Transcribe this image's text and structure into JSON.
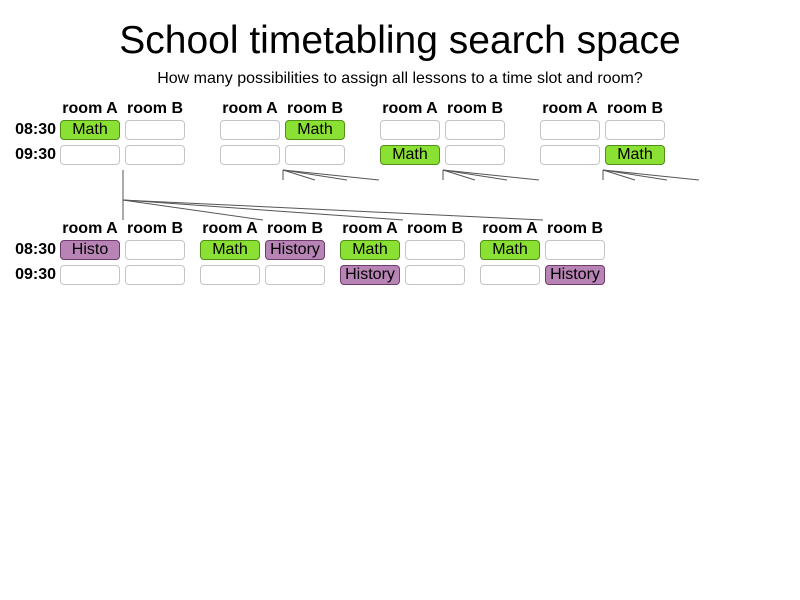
{
  "title": "School timetabling search space",
  "subtitle": "How many possibilities to assign all lessons to a time slot and room?",
  "rooms": [
    "room A",
    "room B"
  ],
  "times": [
    "08:30",
    "09:30"
  ],
  "lesson_colors": {
    "Math": "#8be034",
    "History": "#b784b5"
  },
  "levels": [
    {
      "grids": [
        {
          "cells": [
            [
              "Math",
              ""
            ],
            [
              "",
              ""
            ]
          ]
        },
        {
          "cells": [
            [
              "",
              "Math"
            ],
            [
              "",
              ""
            ]
          ]
        },
        {
          "cells": [
            [
              "",
              ""
            ],
            [
              "Math",
              ""
            ]
          ]
        },
        {
          "cells": [
            [
              "",
              ""
            ],
            [
              "",
              "Math"
            ]
          ]
        }
      ]
    },
    {
      "grids": [
        {
          "cells": [
            [
              "Histo",
              ""
            ],
            [
              "",
              ""
            ]
          ]
        },
        {
          "cells": [
            [
              "Math",
              "History"
            ],
            [
              "",
              ""
            ]
          ]
        },
        {
          "cells": [
            [
              "Math",
              ""
            ],
            [
              "History",
              ""
            ]
          ]
        },
        {
          "cells": [
            [
              "Math",
              ""
            ],
            [
              "",
              "History"
            ]
          ]
        }
      ]
    }
  ]
}
